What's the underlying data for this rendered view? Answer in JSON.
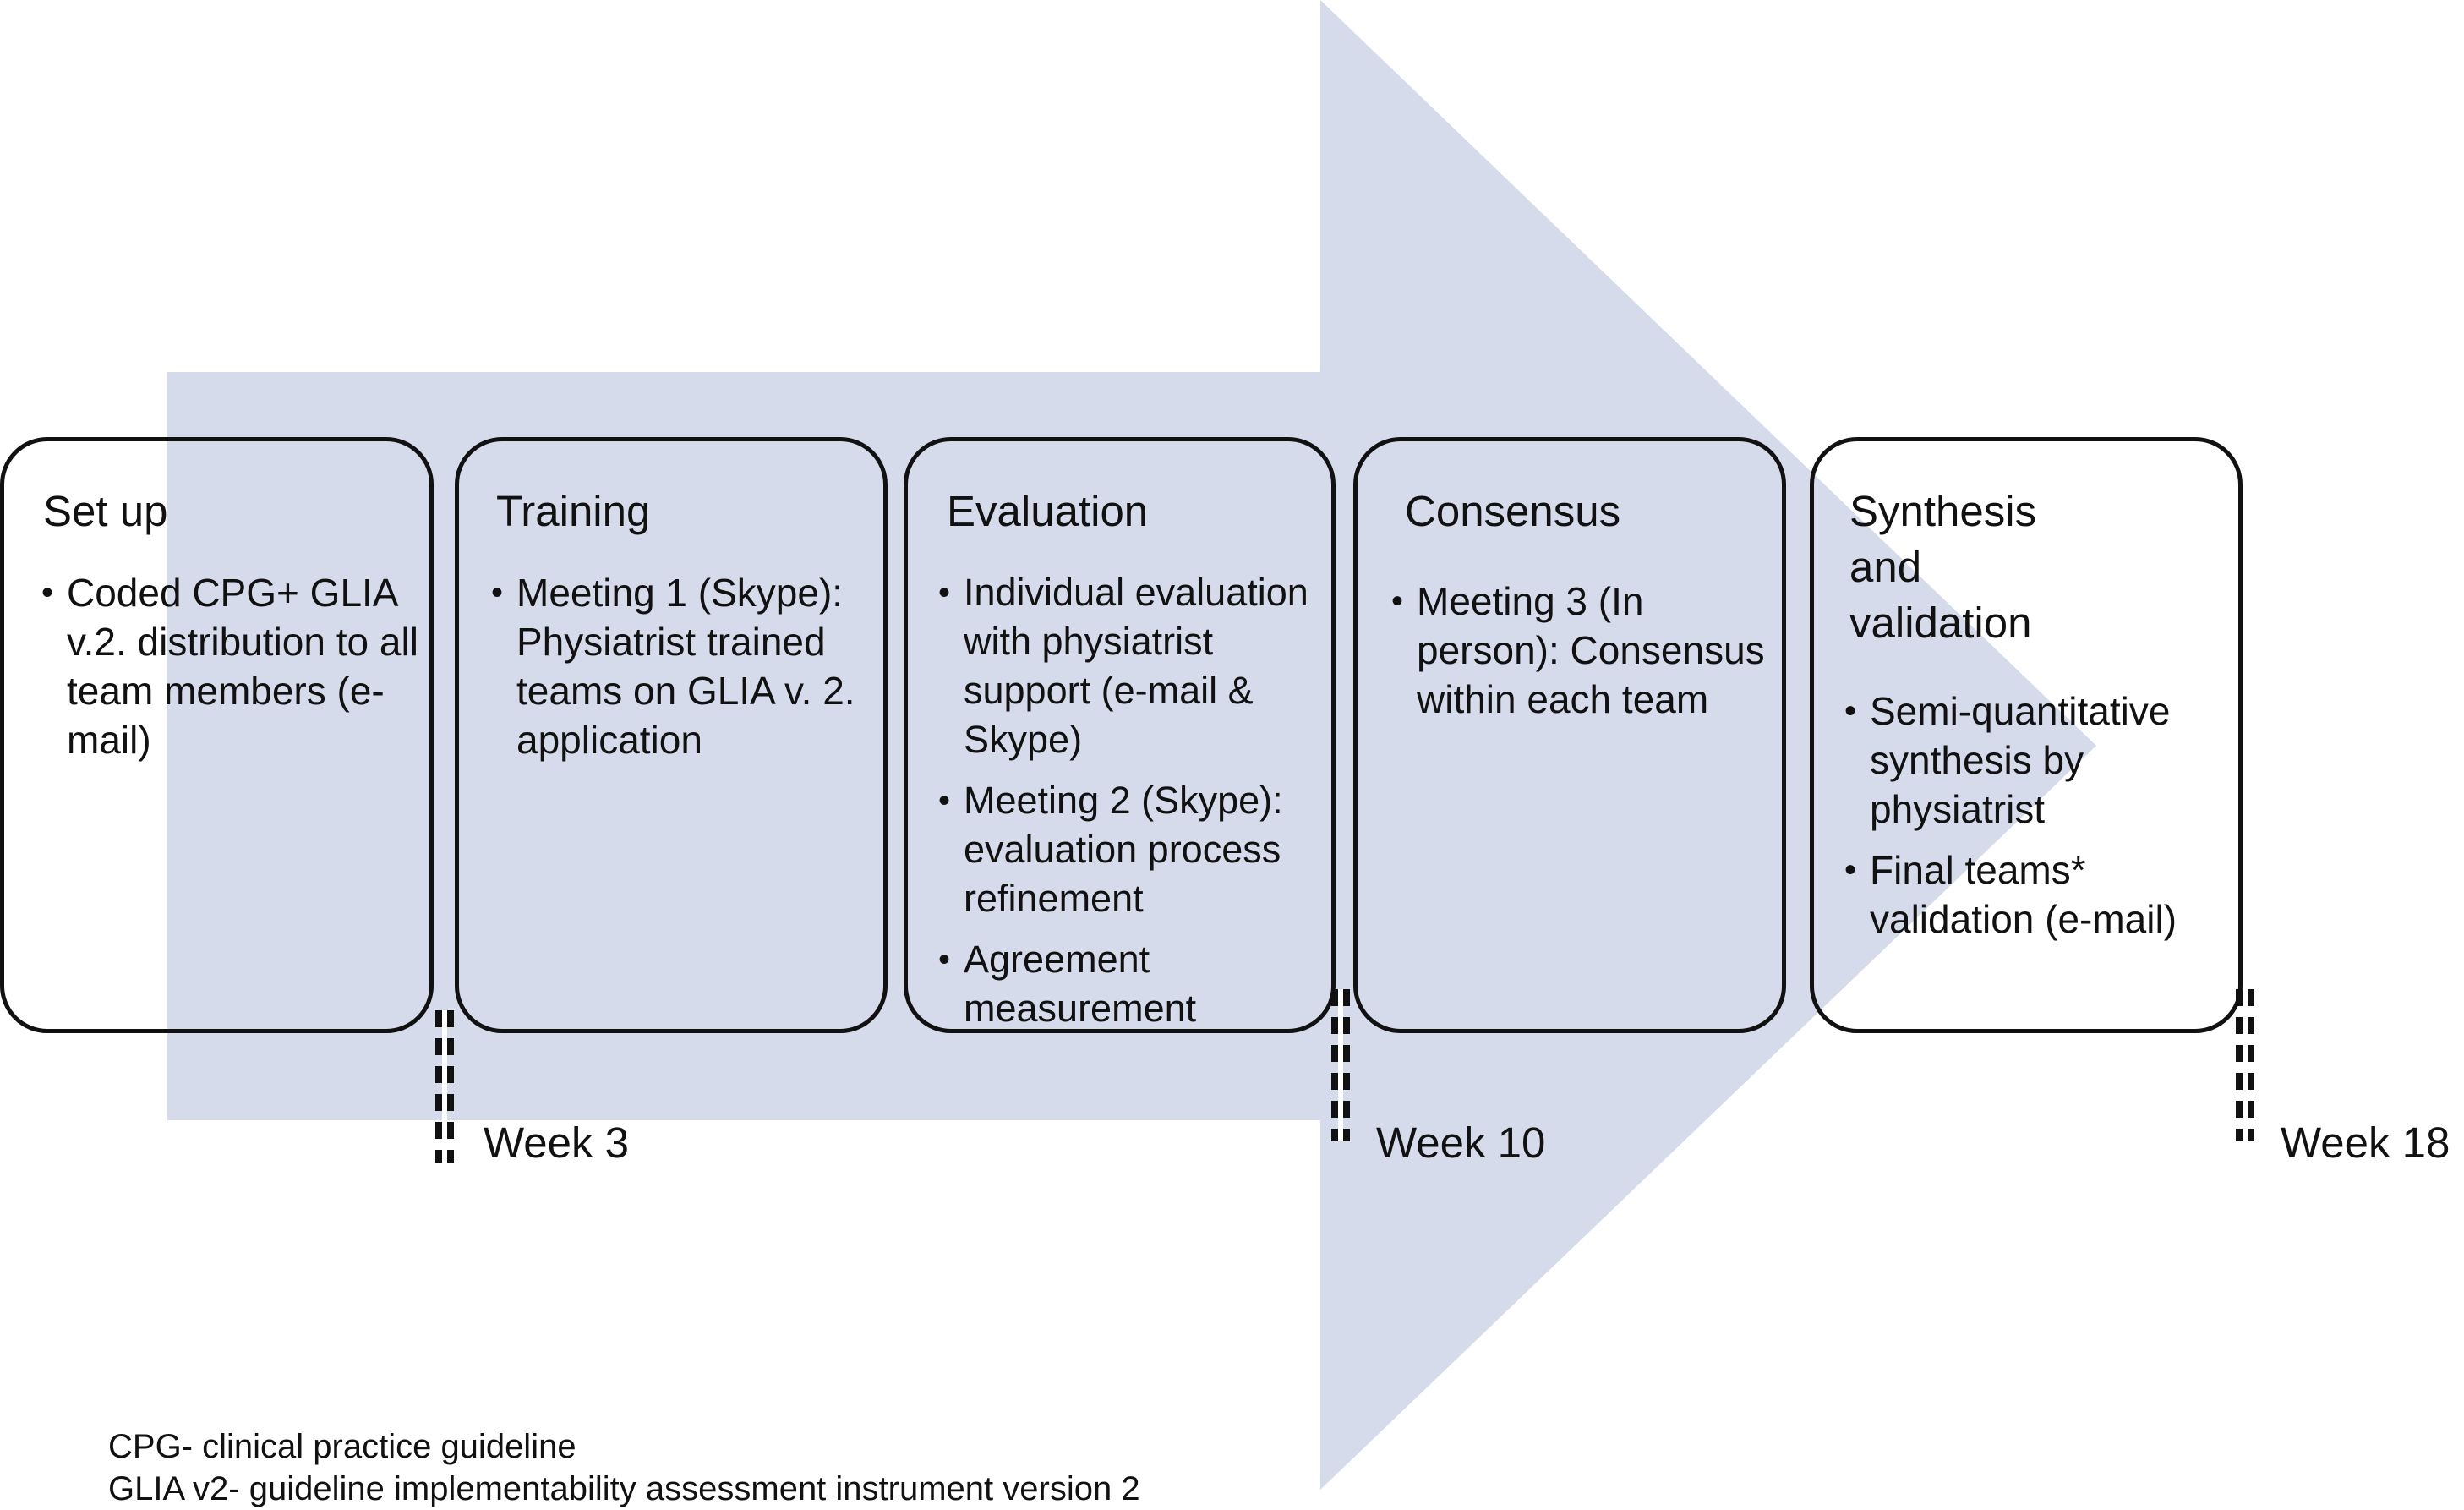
{
  "colors": {
    "arrow": "#d6dbec",
    "border": "#111111"
  },
  "stages": [
    {
      "title": "Set up",
      "bullets": [
        "Coded CPG+ GLIA v.2. distribution to all team members (e-mail)"
      ]
    },
    {
      "title": "Training",
      "bullets": [
        "Meeting 1 (Skype): Physiatrist trained teams on GLIA v. 2. application"
      ]
    },
    {
      "title": "Evaluation",
      "bullets": [
        "Individual evaluation with physiatrist support (e-mail & Skype)",
        "Meeting 2 (Skype): evaluation process refinement",
        "Agreement measurement"
      ]
    },
    {
      "title": "Consensus",
      "bullets": [
        "Meeting 3 (In person): Consensus within each team"
      ]
    },
    {
      "title": "Synthesis and validation",
      "bullets": [
        "Semi-quantitative synthesis by physiatrist",
        "Final teams* validation (e-mail)"
      ]
    }
  ],
  "milestones": [
    "Week 3",
    "Week 10",
    "Week 18"
  ],
  "footnotes": [
    "CPG- clinical practice guideline",
    "GLIA v2- guideline implementability assessment instrument version 2"
  ]
}
